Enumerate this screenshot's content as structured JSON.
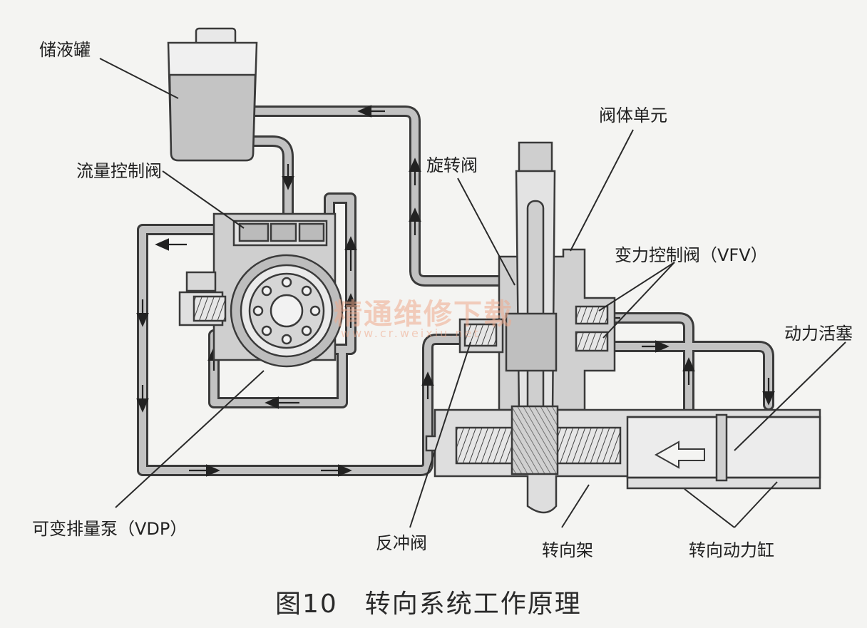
{
  "labels": {
    "reservoir": "储液罐",
    "flow_control_valve": "流量控制阀",
    "rotary_valve": "旋转阀",
    "valve_body_unit": "阀体单元",
    "vfv": "变力控制阀（VFV）",
    "power_piston": "动力活塞",
    "vdp": "可变排量泵（VDP）",
    "check_valve": "反冲阀",
    "steering_rack": "转向架",
    "power_cylinder": "转向动力缸"
  },
  "caption": "图10　转向系统工作原理",
  "watermark": {
    "main": "精通维修下载",
    "url": "www.cr.weixiu.net"
  },
  "colors": {
    "pipe_fill": "#bdbdbd",
    "pipe_stroke": "#3a3a3a",
    "fluid": "#c8c8c8",
    "background": "#f4f4f2",
    "watermark": "#eeaa8c"
  }
}
